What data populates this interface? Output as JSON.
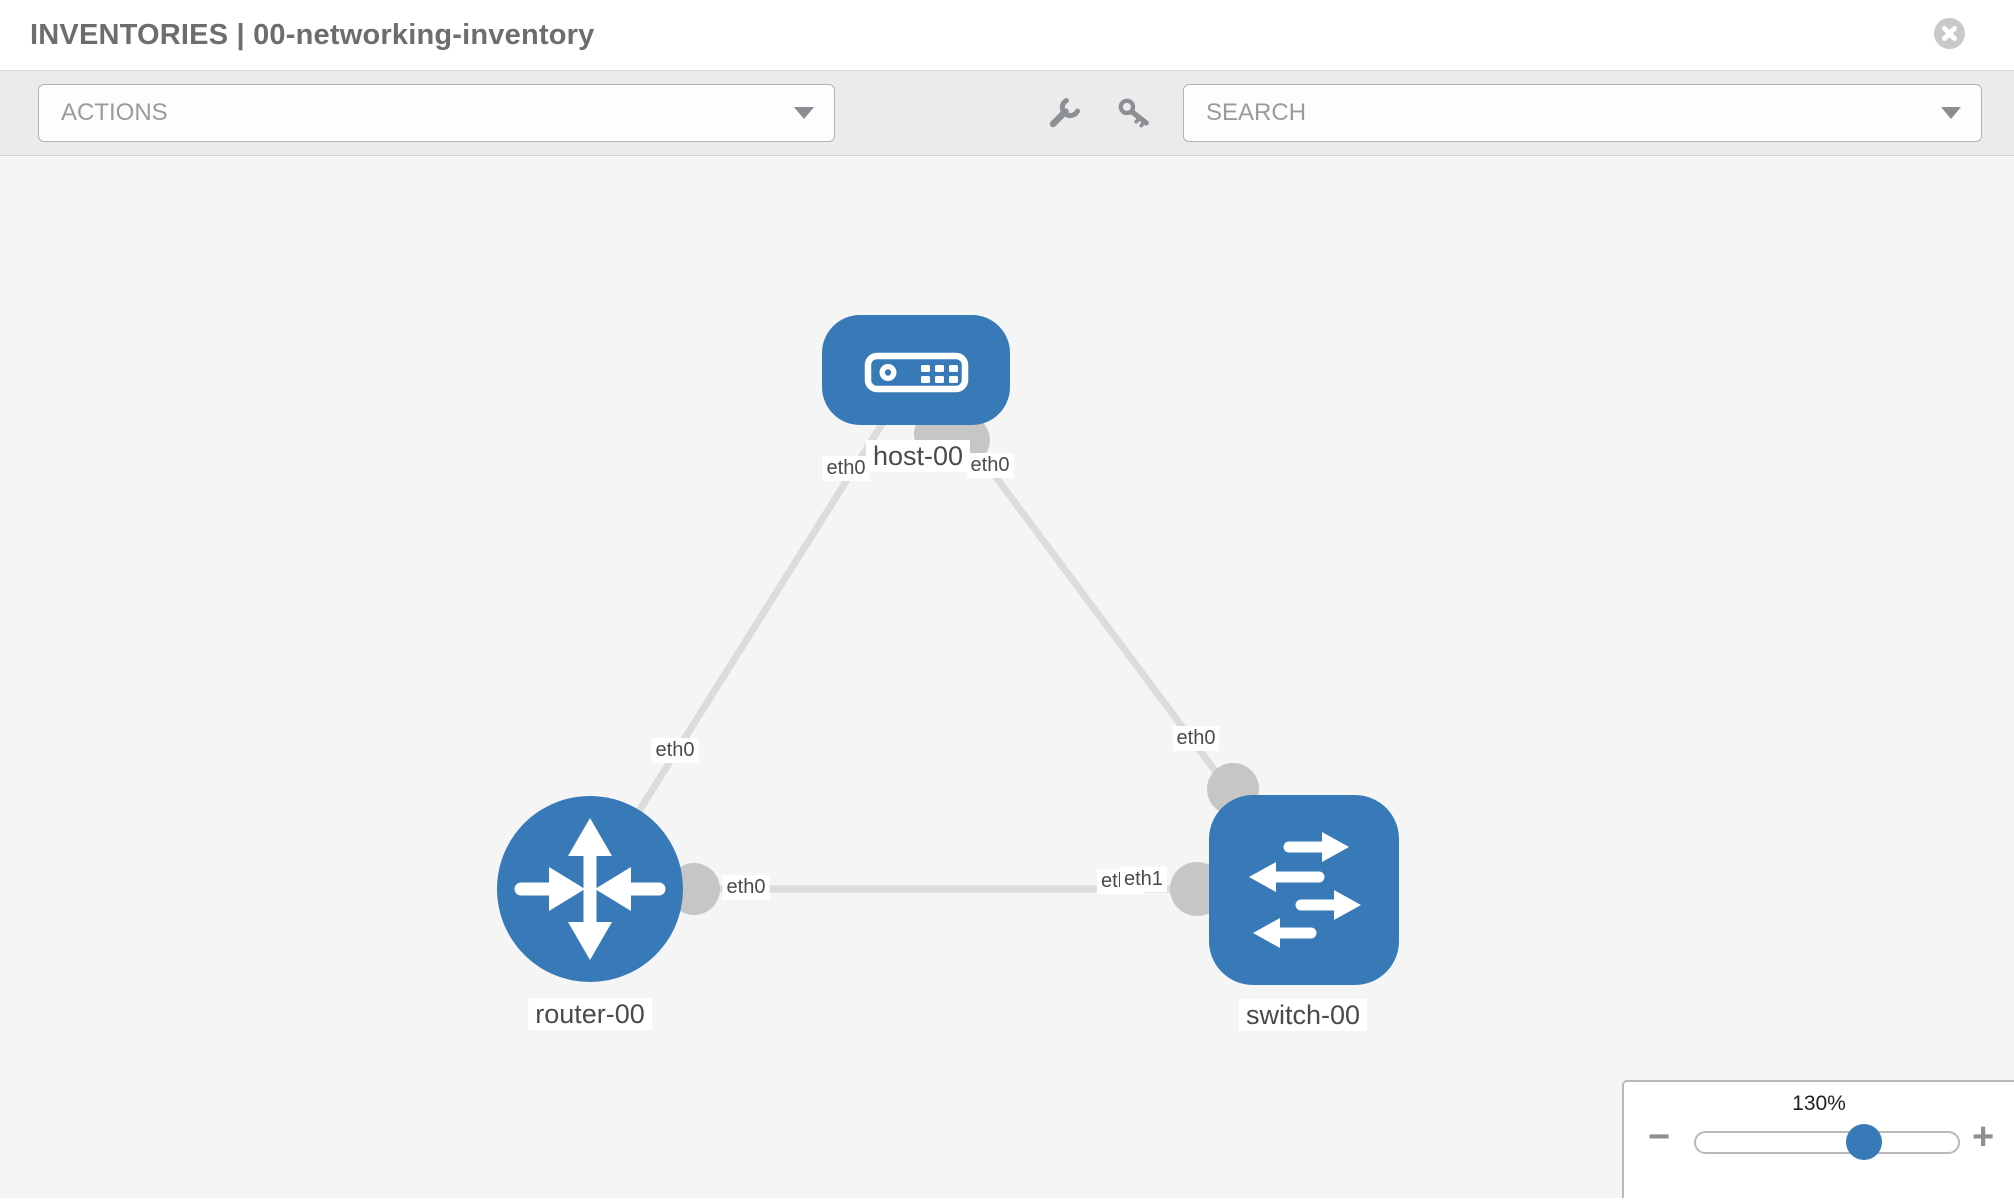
{
  "header": {
    "title": "INVENTORIES | 00-networking-inventory"
  },
  "toolbar": {
    "actions_label": "ACTIONS",
    "search_placeholder": "SEARCH",
    "icons": [
      "wrench-icon",
      "key-icon",
      "caret-down-icon"
    ]
  },
  "topology": {
    "nodes": [
      {
        "id": "host-00",
        "type": "host",
        "label": "host-00"
      },
      {
        "id": "router-00",
        "type": "router",
        "label": "router-00"
      },
      {
        "id": "switch-00",
        "type": "switch",
        "label": "switch-00"
      }
    ],
    "links": [
      {
        "source": "host-00",
        "source_interface": "eth0",
        "target": "router-00",
        "target_interface": "eth0"
      },
      {
        "source": "host-00",
        "source_interface": "eth0",
        "target": "switch-00",
        "target_interface": "eth0"
      },
      {
        "source": "router-00",
        "source_interface": "eth0",
        "target": "switch-00",
        "target_interface": "eth1",
        "target_interface_overlapped_label": "eth0"
      }
    ]
  },
  "zoom_control": {
    "value_label": "130%",
    "minus_label": "−",
    "plus_label": "+"
  },
  "colors": {
    "node_blue": "#377ab7",
    "link_gray": "#dcdcdc",
    "port_gray": "#c6c6c6",
    "toolbar_icon_gray": "#8c9095",
    "canvas_bg": "#f5f5f6",
    "toolbar_bg": "#ebebeb"
  }
}
